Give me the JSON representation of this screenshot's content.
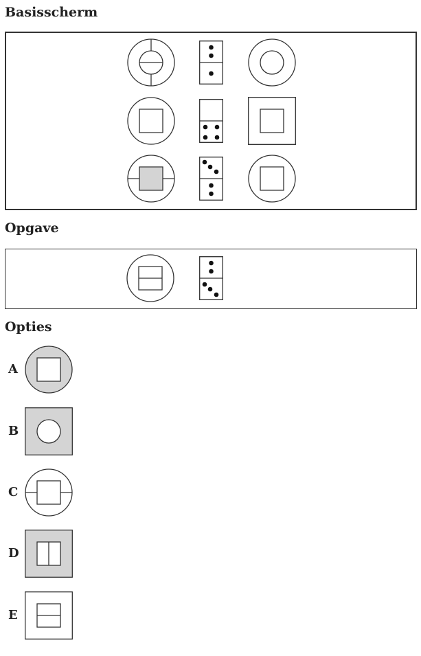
{
  "sections": {
    "base_title": "Basisscherm",
    "task_title": "Opgave",
    "options_title": "Opties"
  },
  "colors": {
    "stroke": "#333333",
    "fill_gray": "#d4d4d4",
    "dot": "#111111"
  },
  "base_screen": {
    "rows": [
      [
        {
          "shape": "circle-with-inner-circle-split",
          "fill": "none"
        },
        {
          "shape": "domino",
          "top_dots": 2,
          "bottom_dots": 1
        },
        {
          "shape": "circle-with-inner-circle",
          "fill": "none"
        }
      ],
      [
        {
          "shape": "circle-with-square",
          "fill": "none"
        },
        {
          "shape": "domino",
          "top_dots": 0,
          "bottom_dots": 4
        },
        {
          "shape": "square-with-square",
          "fill": "none"
        }
      ],
      [
        {
          "shape": "circle-with-gray-square-and-side-lines",
          "fill": "gray"
        },
        {
          "shape": "domino",
          "top_dots": 3,
          "bottom_dots": 2
        },
        {
          "shape": "circle-with-square",
          "fill": "none"
        }
      ]
    ]
  },
  "task": [
    {
      "shape": "circle-with-horizontally-split-square",
      "fill": "none"
    },
    {
      "shape": "domino",
      "top_dots": 2,
      "bottom_dots": 3
    }
  ],
  "options": [
    {
      "letter": "A",
      "shape": "gray-circle-with-square"
    },
    {
      "letter": "B",
      "shape": "gray-square-with-circle"
    },
    {
      "letter": "C",
      "shape": "circle-with-square-and-side-lines"
    },
    {
      "letter": "D",
      "shape": "gray-square-with-vertically-split-square"
    },
    {
      "letter": "E",
      "shape": "square-with-horizontally-split-square"
    }
  ]
}
